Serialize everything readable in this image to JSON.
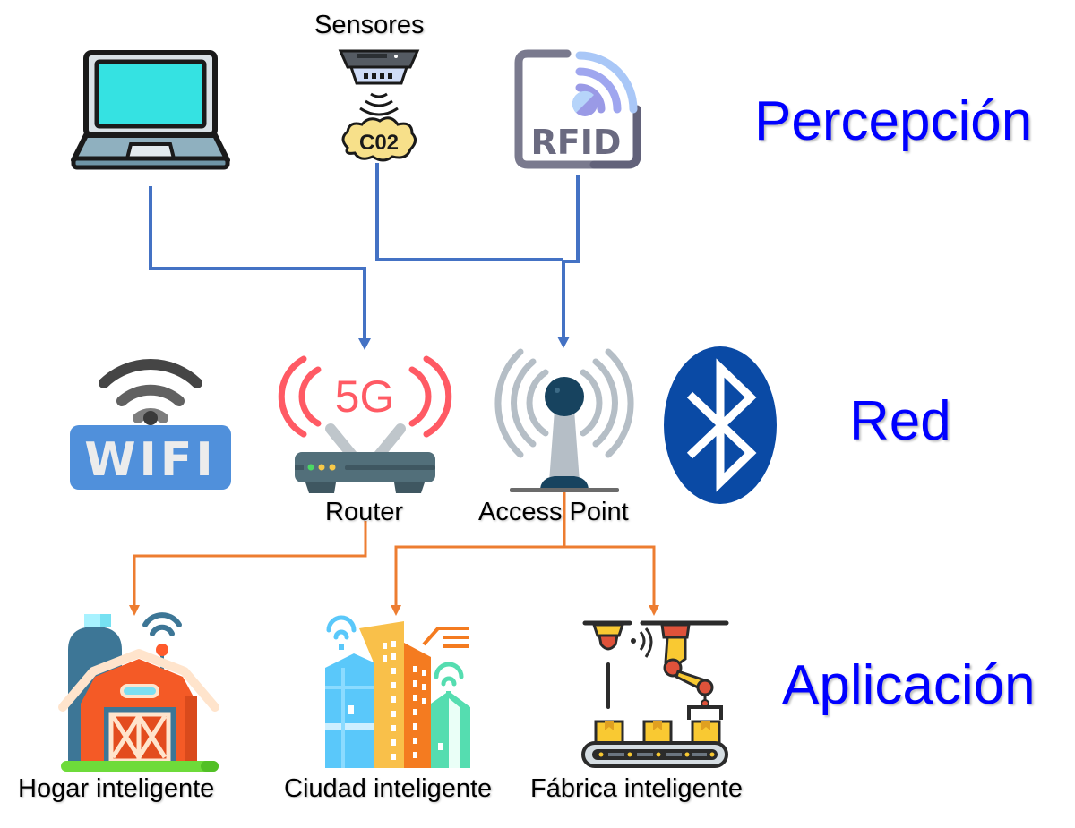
{
  "diagram": {
    "layers": {
      "perception": "Percepción",
      "network": "Red",
      "application": "Aplicación"
    },
    "perception_nodes": {
      "laptop": {
        "icon": "laptop-icon"
      },
      "sensors": {
        "label": "Sensores",
        "icon": "co2-sensor-icon",
        "badge": "C02"
      },
      "rfid": {
        "icon": "rfid-icon",
        "badge": "RFID"
      }
    },
    "network_nodes": {
      "wifi": {
        "icon": "wifi-icon",
        "badge": "WIFI"
      },
      "router": {
        "label": "Router",
        "icon": "router-5g-icon",
        "badge": "5G"
      },
      "access_point": {
        "label": "Access Point",
        "icon": "access-point-icon"
      },
      "bluetooth": {
        "icon": "bluetooth-icon"
      }
    },
    "application_nodes": {
      "smart_home": {
        "label": "Hogar inteligente",
        "icon": "smart-home-barn-icon"
      },
      "smart_city": {
        "label": "Ciudad inteligente",
        "icon": "smart-city-icon"
      },
      "smart_factory": {
        "label": "Fábrica inteligente",
        "icon": "smart-factory-icon"
      }
    },
    "edges": [
      {
        "from": "laptop",
        "to": "router",
        "color": "#4472c4"
      },
      {
        "from": "sensors",
        "to": "access_point",
        "color": "#4472c4"
      },
      {
        "from": "rfid",
        "to": "access_point",
        "color": "#4472c4"
      },
      {
        "from": "router",
        "to": "smart_home",
        "color": "#ed7d31"
      },
      {
        "from": "access_point",
        "to": "smart_city",
        "color": "#ed7d31"
      },
      {
        "from": "access_point",
        "to": "smart_factory",
        "color": "#ed7d31"
      }
    ],
    "colors": {
      "layer_label": "#0000ff",
      "perception_to_network_line": "#4472c4",
      "network_to_application_line": "#ed7d31"
    }
  }
}
